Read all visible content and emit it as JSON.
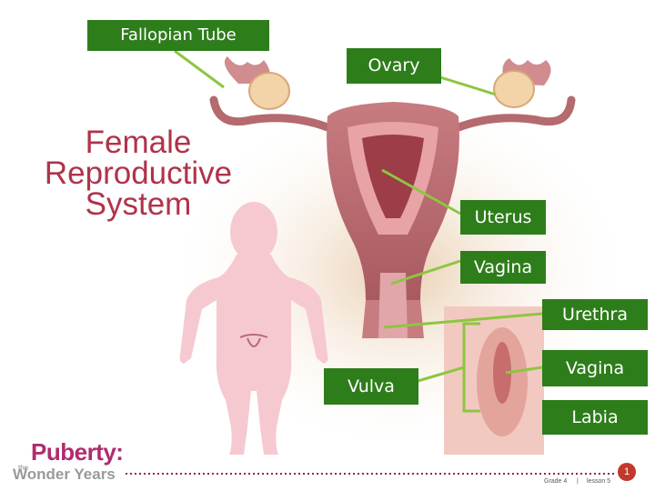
{
  "title": {
    "line1": "Female",
    "line2": "Reproductive",
    "line3": "System"
  },
  "labels": {
    "fallopian_tube": "Fallopian Tube",
    "ovary": "Ovary",
    "uterus": "Uterus",
    "vagina": "Vagina",
    "urethra": "Urethra",
    "vulva": "Vulva",
    "vagina_external": "Vagina",
    "labia": "Labia"
  },
  "logo": {
    "brand": "Puberty:",
    "the": "the",
    "subtitle": "Wonder Years"
  },
  "footer": {
    "grade": "Grade 4",
    "separator": "|",
    "lesson": "lesson 5",
    "page_number": "1"
  },
  "colors": {
    "label_bg": "#2e7d1b",
    "leader_line": "#8dc63f",
    "title": "#b0334a",
    "uterus": "#b56a6e",
    "silhouette": "#f6c9d1",
    "accent_red": "#c0392b"
  }
}
